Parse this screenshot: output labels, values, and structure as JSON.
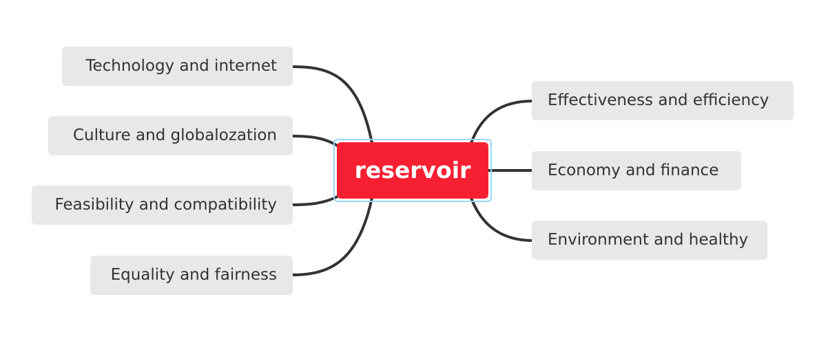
{
  "central": {
    "label": "reservoir"
  },
  "left_topics": [
    {
      "label": "Technology and internet"
    },
    {
      "label": "Culture and globalozation"
    },
    {
      "label": "Feasibility and compatibility"
    },
    {
      "label": "Equality and fairness"
    }
  ],
  "right_topics": [
    {
      "label": "Effectiveness and efficiency"
    },
    {
      "label": "Economy and finance"
    },
    {
      "label": "Environment and healthy"
    }
  ],
  "colors": {
    "central_fill": "#f62032",
    "central_text": "#ffffff",
    "selection_outline": "#99d7f5",
    "topic_fill": "#e8e8e8",
    "topic_text": "#333333",
    "connector": "#333333"
  }
}
